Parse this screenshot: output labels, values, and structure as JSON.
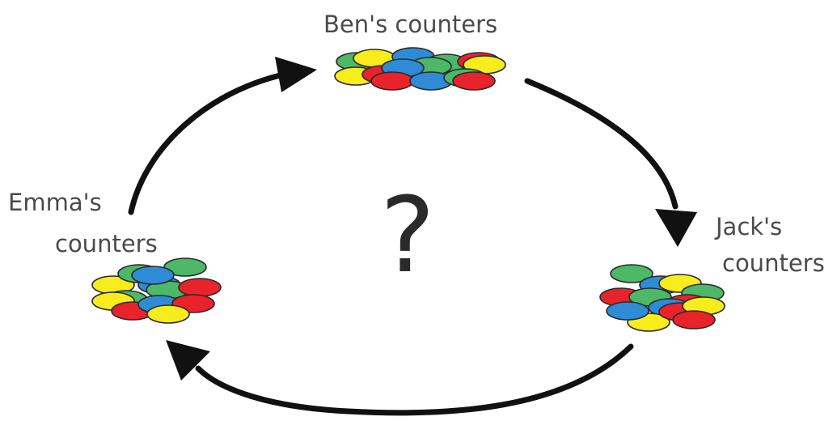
{
  "labels": {
    "ben": "Ben's counters",
    "emma_line1": "Emma's",
    "emma_line2": "counters",
    "jack_line1": "Jack's",
    "jack_line2": "counters",
    "center": "?"
  },
  "colors": {
    "red": "#e8232a",
    "yellow": "#f7ec1c",
    "green": "#4cb868",
    "blue": "#2f8bd6",
    "outline": "#2a2a2a",
    "arrow": "#111111",
    "text": "#4a4a4a"
  },
  "piles": [
    {
      "owner": "Ben",
      "counters": [
        "green",
        "yellow",
        "blue",
        "green",
        "red",
        "yellow",
        "red",
        "green",
        "yellow",
        "blue",
        "red",
        "blue",
        "green",
        "red"
      ]
    },
    {
      "owner": "Emma",
      "counters": [
        "yellow",
        "green",
        "green",
        "blue",
        "green",
        "green",
        "red",
        "blue",
        "yellow",
        "red",
        "blue",
        "red",
        "yellow"
      ]
    },
    {
      "owner": "Jack",
      "counters": [
        "green",
        "blue",
        "yellow",
        "green",
        "red",
        "green",
        "red",
        "blue",
        "yellow",
        "blue",
        "red",
        "yellow",
        "red"
      ]
    }
  ],
  "arrows": [
    {
      "from": "Emma",
      "to": "Ben"
    },
    {
      "from": "Ben",
      "to": "Jack"
    },
    {
      "from": "Jack",
      "to": "Emma"
    }
  ]
}
